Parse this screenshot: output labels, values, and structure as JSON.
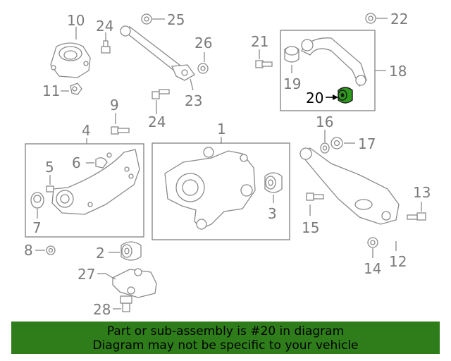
{
  "callouts": {
    "c1": "1",
    "c2": "2",
    "c3": "3",
    "c4": "4",
    "c5": "5",
    "c6": "6",
    "c7": "7",
    "c8": "8",
    "c9": "9",
    "c10": "10",
    "c11": "11",
    "c12": "12",
    "c13": "13",
    "c14": "14",
    "c15": "15",
    "c16": "16",
    "c17": "17",
    "c18": "18",
    "c19": "19",
    "c20": "20",
    "c21": "21",
    "c22": "22",
    "c23": "23",
    "c24a": "24",
    "c24b": "24",
    "c25": "25",
    "c26": "26",
    "c27": "27",
    "c28": "28"
  },
  "highlight": {
    "part_number": "20",
    "color": "#2e9b1e"
  },
  "banner": {
    "line1": "Part or sub-assembly is #20 in diagram",
    "line2": "Diagram may not be specific to your vehicle",
    "background": "#2e7d1a"
  }
}
